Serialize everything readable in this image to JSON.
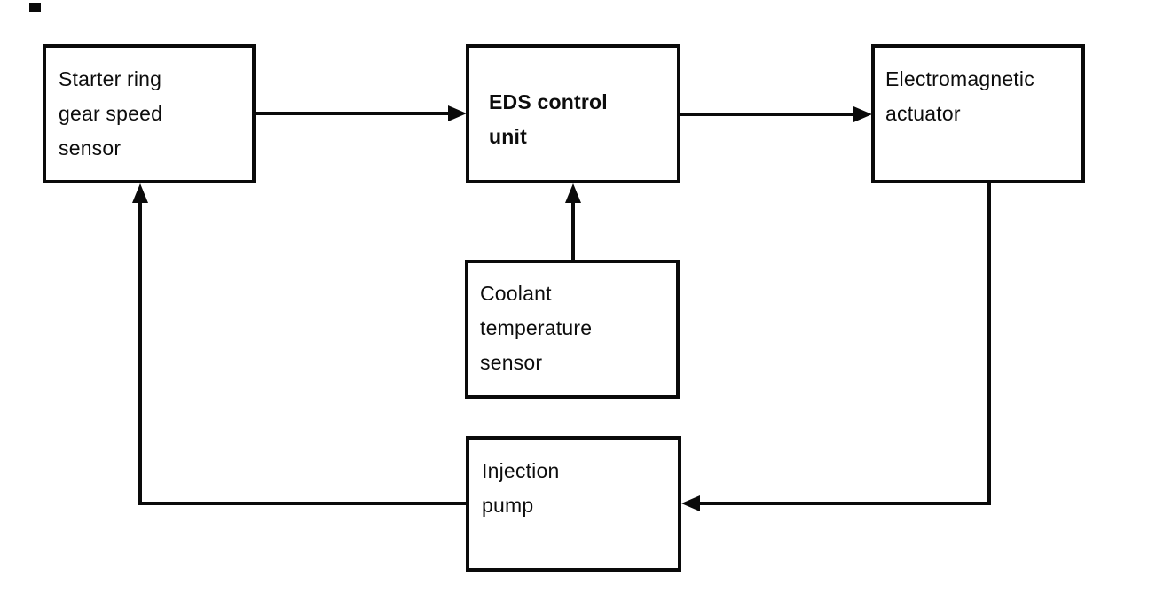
{
  "diagram": {
    "type": "block-diagram",
    "subject": "EDS control system signal flow",
    "colors": {
      "line": "#0a0a0a",
      "background": "#ffffff",
      "text": "#0d0d0d"
    },
    "nodes": [
      {
        "id": "starter-sensor",
        "label": "Starter ring gear speed sensor",
        "lines": [
          "Starter ring",
          "gear speed",
          "sensor"
        ],
        "bold": false
      },
      {
        "id": "eds-control-unit",
        "label": "EDS control unit",
        "lines": [
          "EDS control",
          "unit"
        ],
        "bold": true
      },
      {
        "id": "electromagnetic-actuator",
        "label": "Electromagnetic actuator",
        "lines": [
          "Electromagnetic",
          "actuator"
        ],
        "bold": false
      },
      {
        "id": "coolant-sensor",
        "label": "Coolant temperature sensor",
        "lines": [
          "Coolant",
          "temperature",
          "sensor"
        ],
        "bold": false
      },
      {
        "id": "injection-pump",
        "label": "Injection pump",
        "lines": [
          "Injection",
          "pump"
        ],
        "bold": false
      }
    ],
    "edges": [
      {
        "from": "starter-sensor",
        "to": "eds-control-unit",
        "direction": "right"
      },
      {
        "from": "eds-control-unit",
        "to": "electromagnetic-actuator",
        "direction": "right"
      },
      {
        "from": "coolant-sensor",
        "to": "eds-control-unit",
        "direction": "up"
      },
      {
        "from": "electromagnetic-actuator",
        "to": "injection-pump",
        "direction": "down-then-left"
      },
      {
        "from": "injection-pump",
        "to": "starter-sensor",
        "direction": "left-then-up"
      }
    ]
  }
}
